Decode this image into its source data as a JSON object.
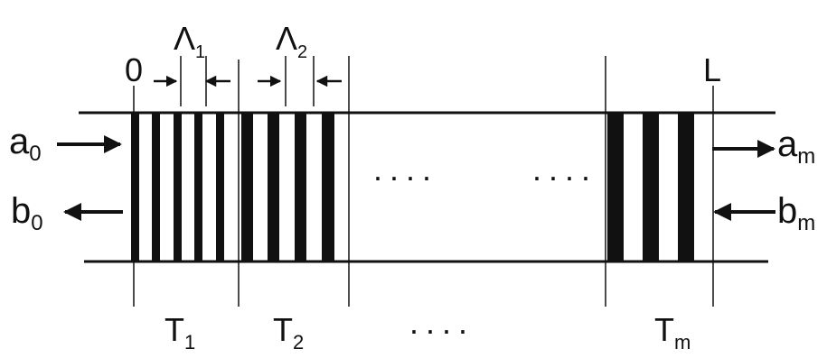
{
  "labels": {
    "lambda1": {
      "main": "Λ",
      "sub": "1"
    },
    "lambda2": {
      "main": "Λ",
      "sub": "2"
    },
    "zero": "0",
    "L": "L",
    "a0": {
      "main": "a",
      "sub": "0"
    },
    "b0": {
      "main": "b",
      "sub": "0"
    },
    "am": {
      "main": "a",
      "sub": "m"
    },
    "bm": {
      "main": "b",
      "sub": "m"
    },
    "T1": {
      "main": "T",
      "sub": "1"
    },
    "T2": {
      "main": "T",
      "sub": "2"
    },
    "Tm": {
      "main": "T",
      "sub": "m"
    },
    "ellipsis": "····"
  },
  "colors": {
    "ink": "#111111",
    "background": "#ffffff"
  }
}
